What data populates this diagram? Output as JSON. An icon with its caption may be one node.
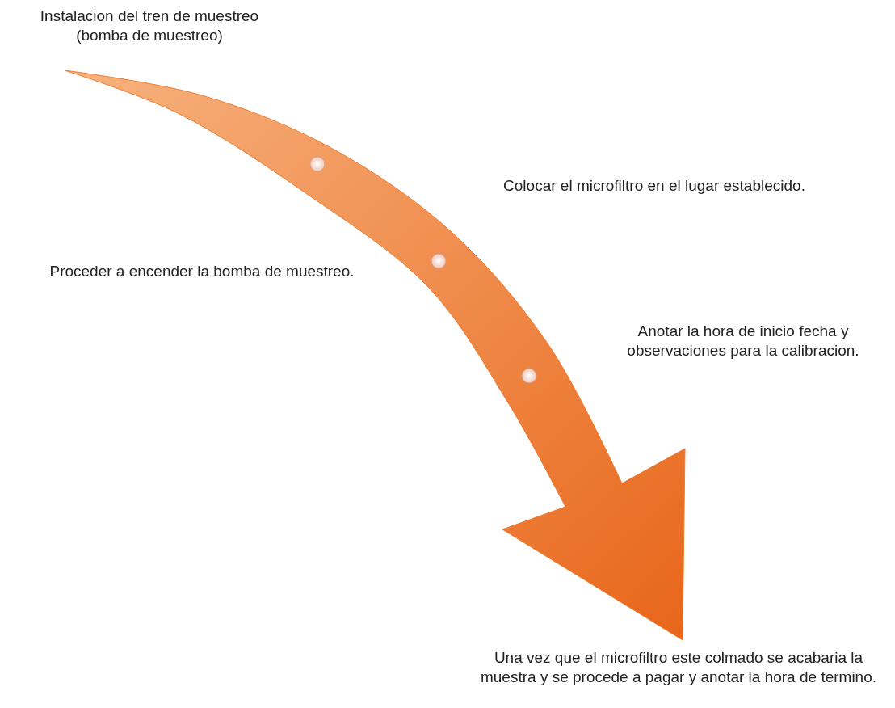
{
  "diagram": {
    "nodes": [
      {
        "text": [
          "Instalacion del tren de muestreo (bomba de muestreo)"
        ]
      },
      {
        "text": [
          "Una vez que el microfiltro este colmado se acabaria la muestra y se procede a pagar y anotar la hora de termino."
        ]
      }
    ],
    "edges": [
      {
        "from": 0,
        "to": 1,
        "arrow": "to",
        "style": "thick",
        "color": "#ed7d31"
      }
    ],
    "labels": [
      "Colocar el microfiltro en el lugar establecido.",
      "Proceder a encender la bomba de muestreo.",
      "Anotar la hora de inicio fecha y observaciones para la calibracion."
    ]
  }
}
